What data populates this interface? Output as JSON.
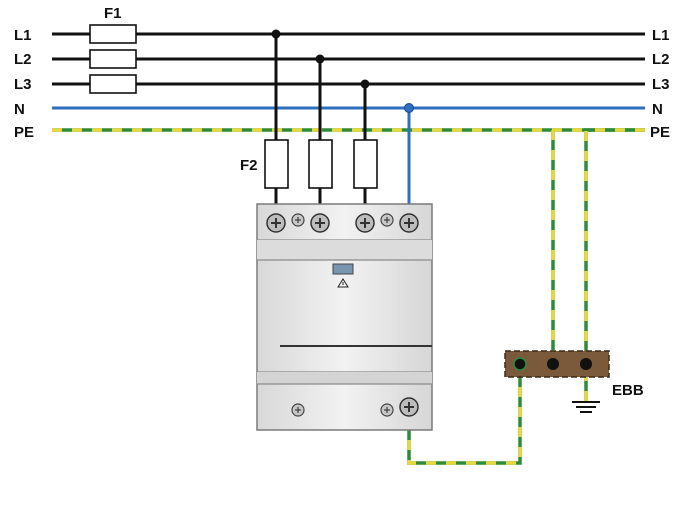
{
  "labels": {
    "fuse_main": "F1",
    "fuse_branch": "F2",
    "busbar": "EBB",
    "lines_left": [
      "L1",
      "L2",
      "L3",
      "N",
      "PE"
    ],
    "lines_right": [
      "L1",
      "L2",
      "L3",
      "N",
      "PE"
    ]
  },
  "colors": {
    "phase": "#111111",
    "neutral": "#2f6fc0",
    "pe_green": "#2e8b3a",
    "pe_yellow": "#e8d840",
    "device_body": "#e9e9e9",
    "busbar_fill": "#7a5a3a"
  },
  "icons": {
    "warning_symbol": "warning-icon",
    "ground_symbol": "ground-icon"
  }
}
